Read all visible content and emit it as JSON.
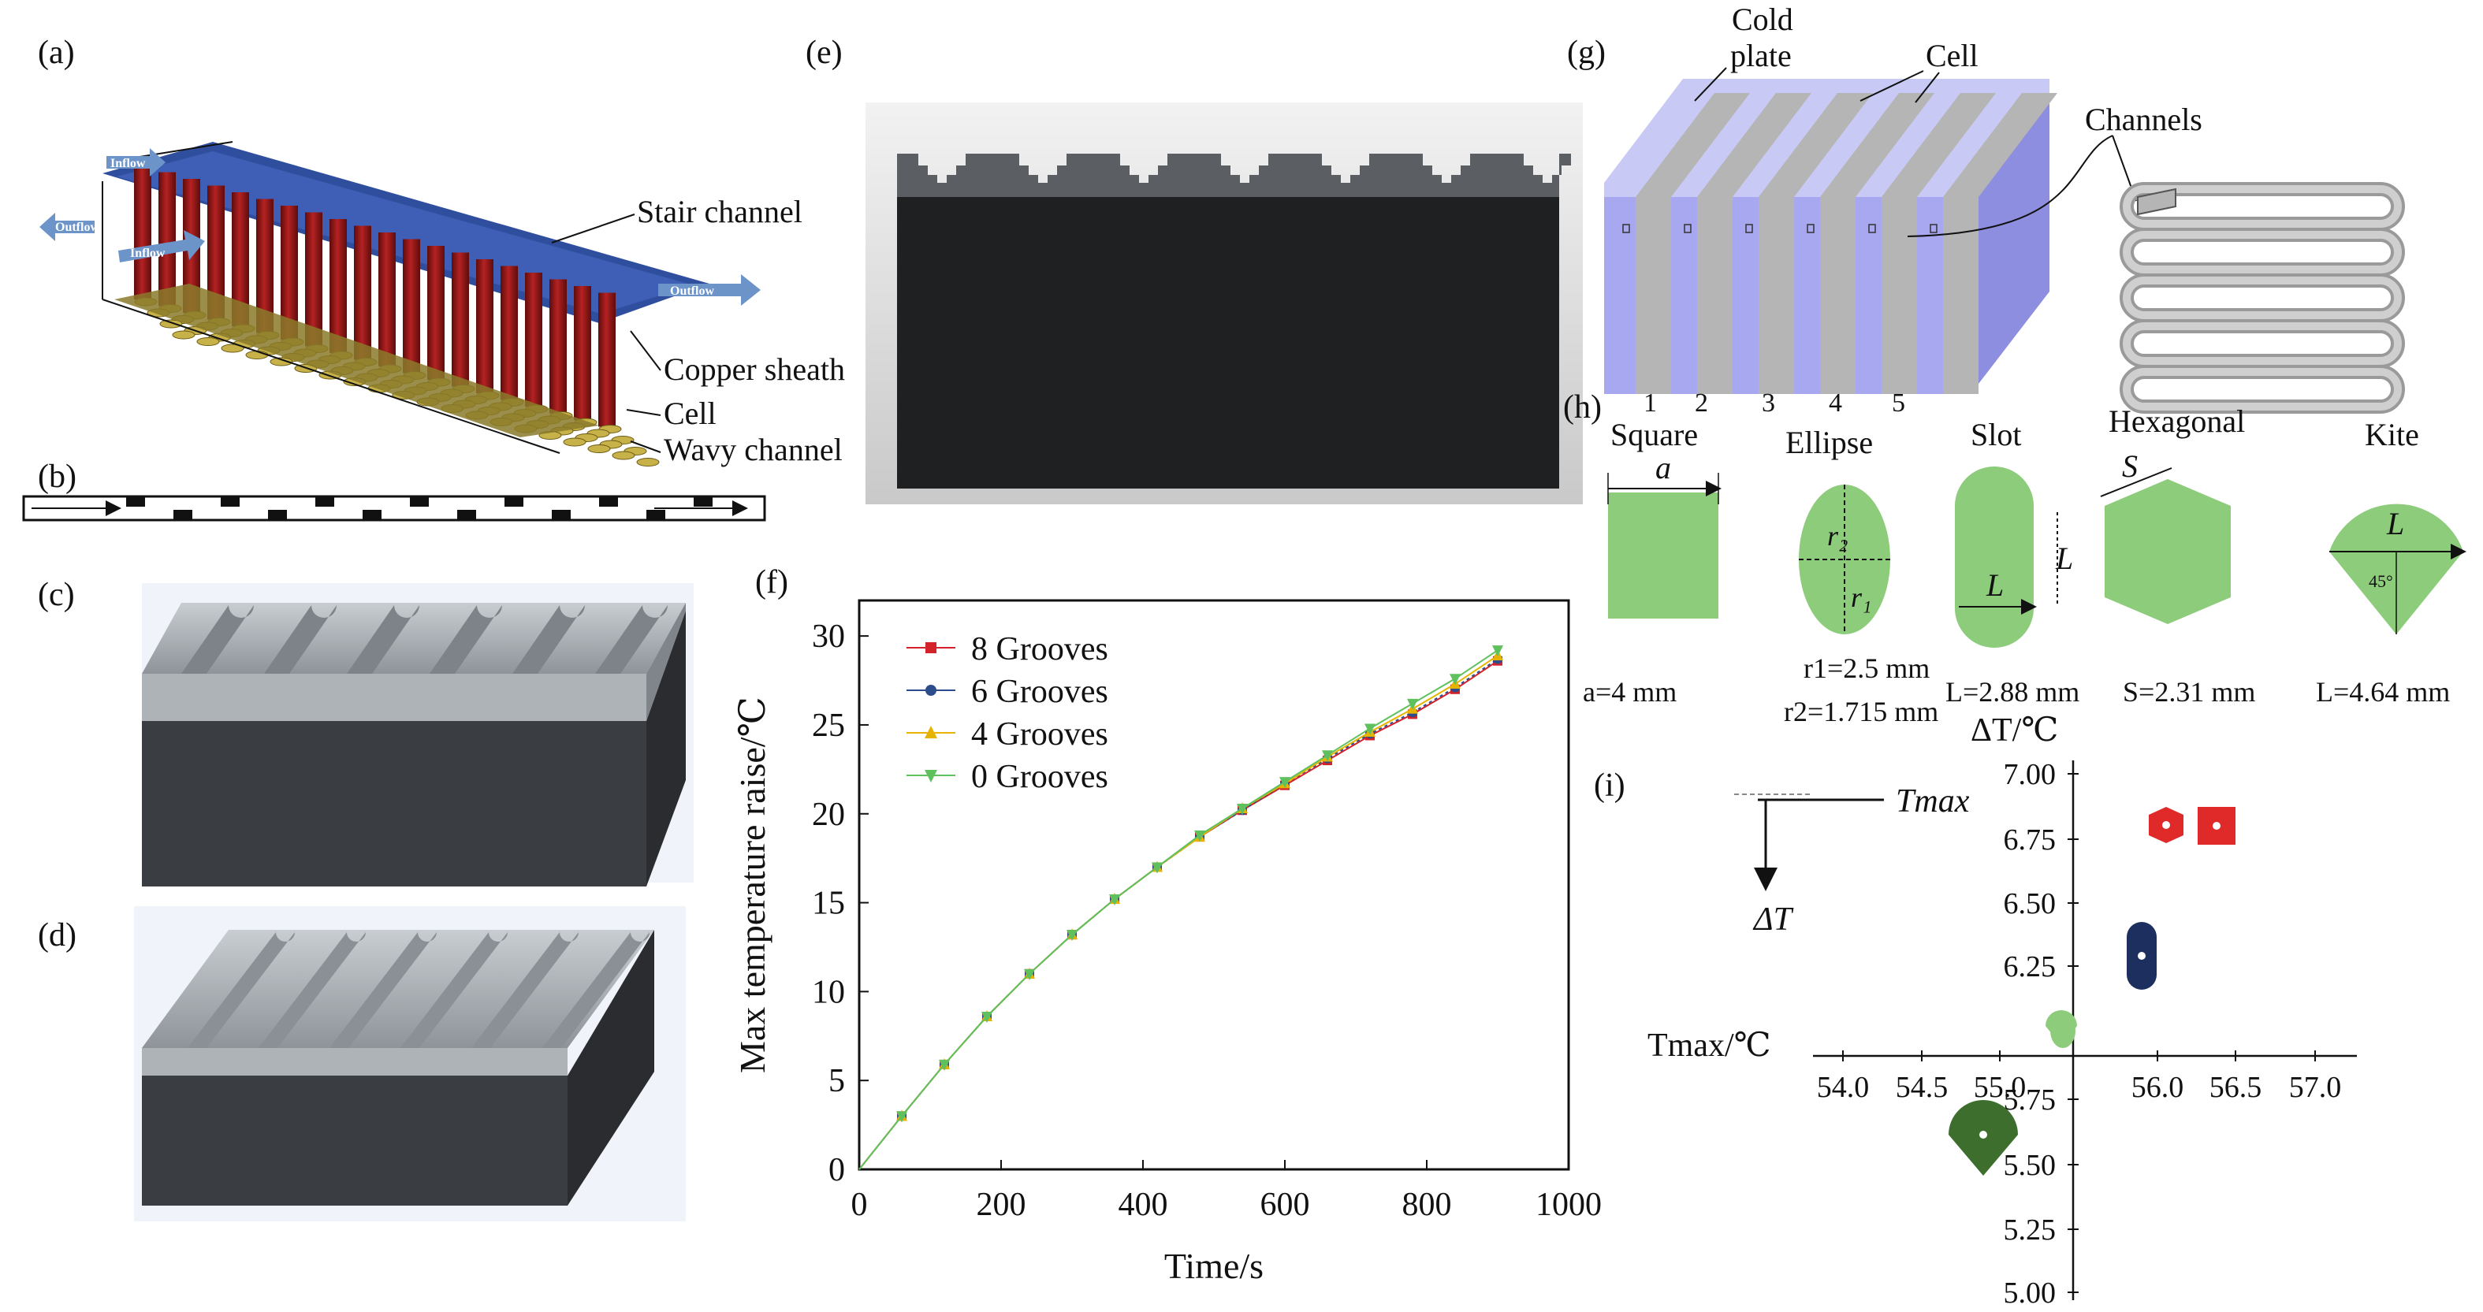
{
  "panel_labels": {
    "a": "(a)",
    "b": "(b)",
    "c": "(c)",
    "d": "(d)",
    "e": "(e)",
    "f": "(f)",
    "g": "(g)",
    "h": "(h)",
    "i": "(i)"
  },
  "panel_a": {
    "inflow_top": "Inflow",
    "outflow_left": "Outflow",
    "inflow_mid": "Inflow",
    "outflow_right": "Outflow",
    "stair_channel": "Stair channel",
    "copper_sheath": "Copper sheath",
    "cell": "Cell",
    "wavy_channel": "Wavy channel"
  },
  "panel_g": {
    "cold_plate_line1": "Cold",
    "cold_plate_line2": "plate",
    "cell": "Cell",
    "channels": "Channels",
    "numbers": [
      "1",
      "2",
      "3",
      "4",
      "5"
    ]
  },
  "panel_h": {
    "shapes": [
      {
        "name": "Square",
        "symbol": "a",
        "dims_line1": "a=4 mm",
        "dims_line2": ""
      },
      {
        "name": "Ellipse",
        "symbol": "r",
        "dims_line1": "r1=2.5 mm",
        "dims_line2": "r2=1.715 mm"
      },
      {
        "name": "Slot",
        "symbol": "L",
        "dims_line1": "L=2.88 mm",
        "dims_line2": ""
      },
      {
        "name": "Hexagonal",
        "symbol": "S",
        "dims_line1": "S=2.31 mm",
        "dims_line2": ""
      },
      {
        "name": "Kite",
        "symbol": "L",
        "dims_line1": "L=4.64 mm",
        "dims_line2": ""
      }
    ],
    "angle": "45°"
  },
  "panel_i": {
    "delta_t_axis": "ΔT/℃",
    "tmax_axis": "Tmax/℃",
    "legend_tmax": "Tmax",
    "legend_dt": "ΔT",
    "x_ticks": [
      "54.0",
      "54.5",
      "55.0",
      "56.0",
      "56.5",
      "57.0"
    ],
    "y_ticks": [
      "7.00",
      "6.75",
      "6.50",
      "6.25",
      "5.75",
      "5.50",
      "5.25",
      "5.00"
    ]
  },
  "colors": {
    "sheath_red": "#9c1c1c",
    "plate_blue": "#2f4f9e",
    "shape_green": "#8ccc7a",
    "dark_green": "#3d6e2e",
    "navy": "#1d2f5e",
    "marker_red": "#e02a2a",
    "cold_plate_purple": "#a8a8f0"
  },
  "chart_data": {
    "type": "line",
    "xlabel": "Time/s",
    "ylabel": "Max temperature raise/℃",
    "xlim": [
      0,
      1000
    ],
    "ylim": [
      0,
      32
    ],
    "x_ticks": [
      0,
      200,
      400,
      600,
      800,
      1000
    ],
    "y_ticks": [
      0,
      5,
      10,
      15,
      20,
      25,
      30
    ],
    "x": [
      0,
      60,
      120,
      180,
      240,
      300,
      360,
      420,
      480,
      540,
      600,
      660,
      720,
      780,
      840,
      900
    ],
    "series": [
      {
        "name": "8 Grooves",
        "color": "#d3222a",
        "marker": "square",
        "values": [
          0,
          3.0,
          5.9,
          8.6,
          11.0,
          13.2,
          15.2,
          17.0,
          18.7,
          20.2,
          21.6,
          23.0,
          24.4,
          25.6,
          27.0,
          28.6
        ]
      },
      {
        "name": "6 Grooves",
        "color": "#2c4c8c",
        "marker": "circle",
        "values": [
          0,
          3.0,
          5.9,
          8.6,
          11.0,
          13.2,
          15.2,
          17.0,
          18.7,
          20.2,
          21.7,
          23.1,
          24.5,
          25.7,
          27.1,
          28.7
        ]
      },
      {
        "name": "4 Grooves",
        "color": "#e6b400",
        "marker": "triangle-up",
        "values": [
          0,
          3.0,
          5.9,
          8.6,
          11.0,
          13.2,
          15.2,
          17.0,
          18.7,
          20.3,
          21.7,
          23.2,
          24.6,
          25.9,
          27.3,
          28.9
        ]
      },
      {
        "name": "0 Grooves",
        "color": "#5ec15e",
        "marker": "triangle-down",
        "values": [
          0,
          3.0,
          5.9,
          8.6,
          11.0,
          13.2,
          15.2,
          17.0,
          18.8,
          20.3,
          21.8,
          23.3,
          24.8,
          26.2,
          27.6,
          29.2
        ]
      }
    ]
  }
}
